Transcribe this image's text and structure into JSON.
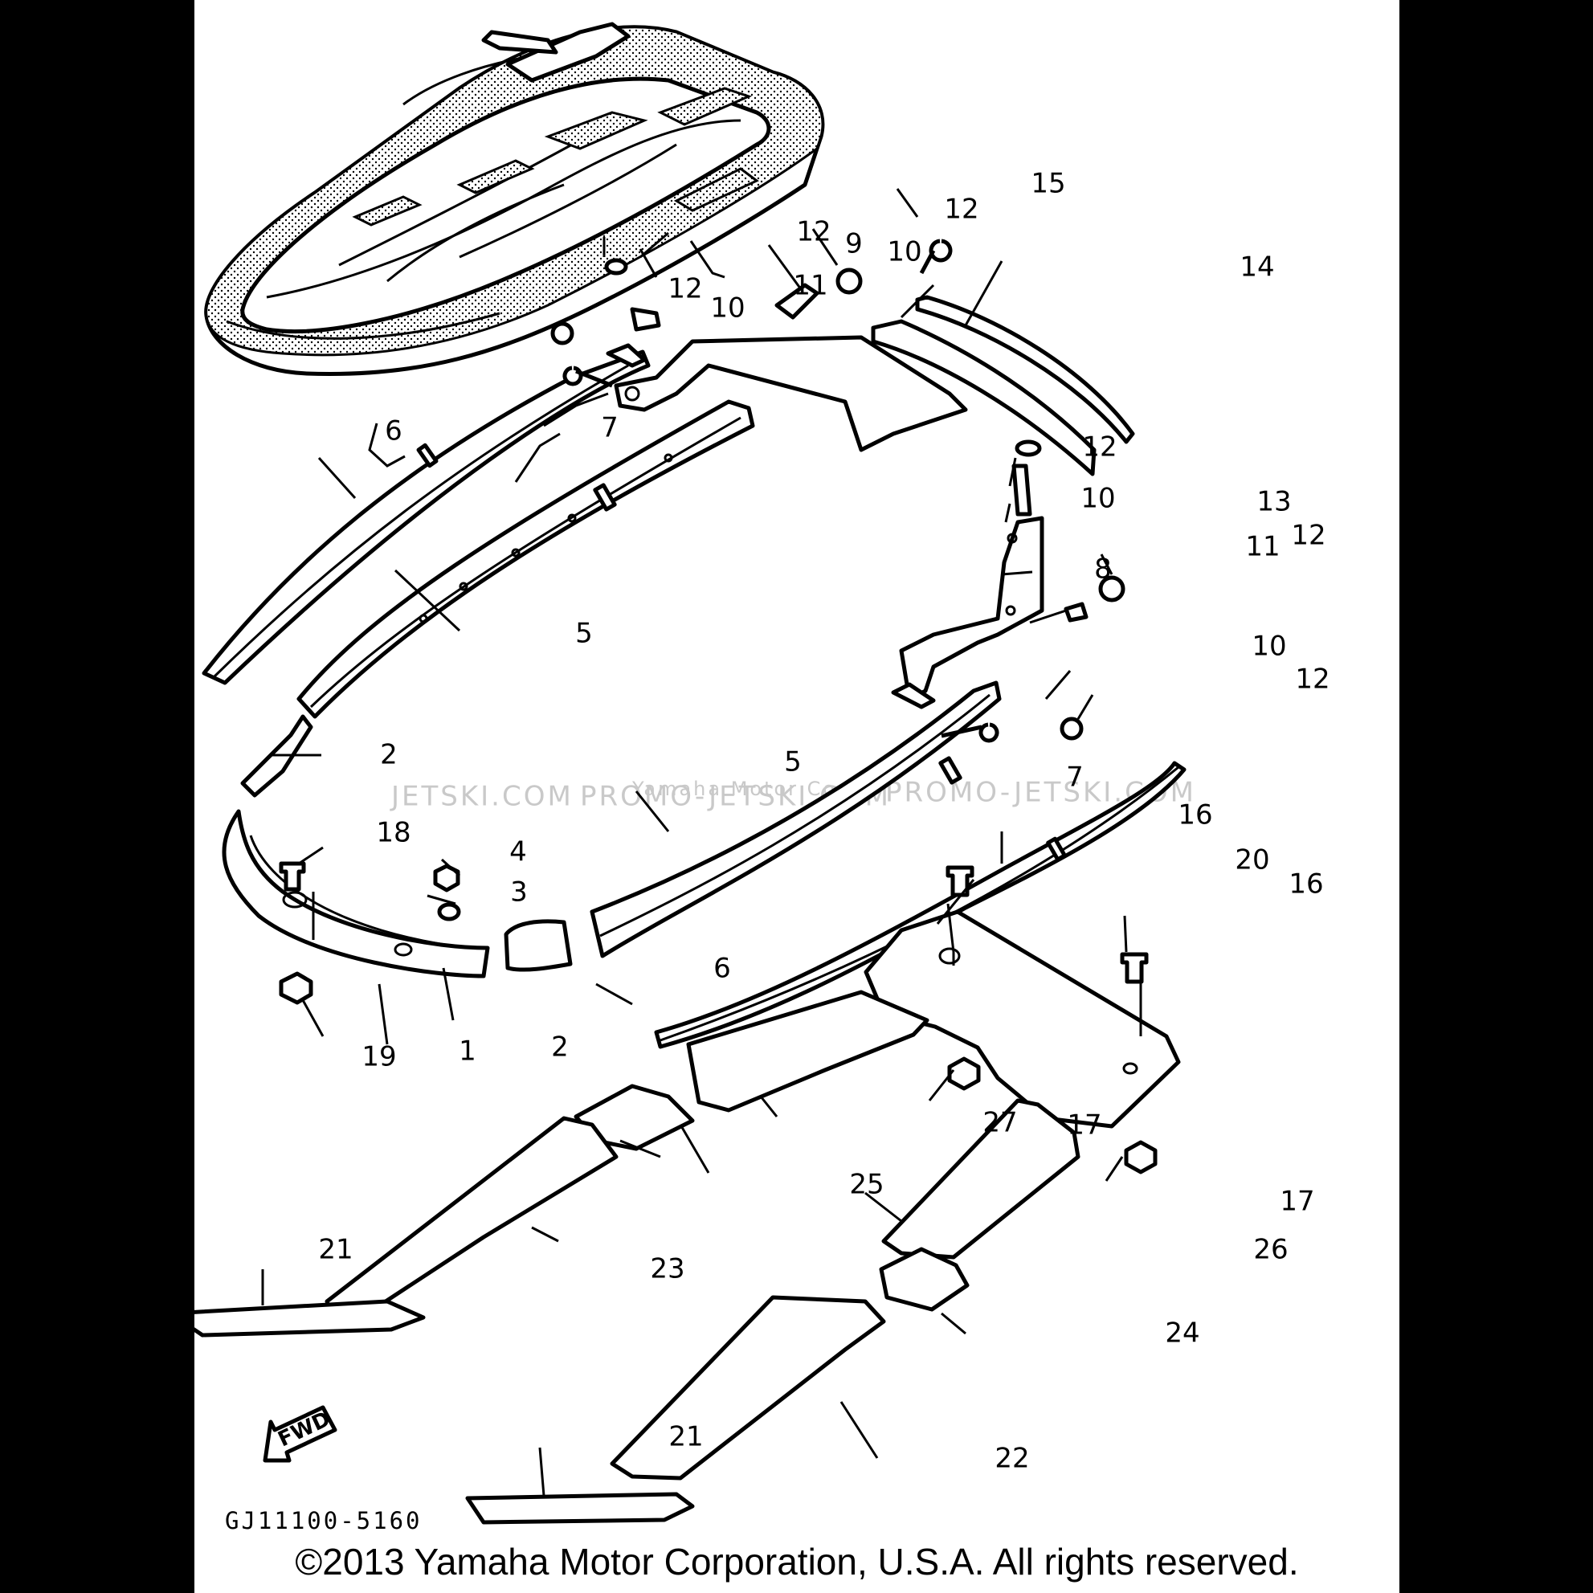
{
  "callouts": [
    {
      "id": "c1",
      "text": "1"
    },
    {
      "id": "c2a",
      "text": "2"
    },
    {
      "id": "c2b",
      "text": "2"
    },
    {
      "id": "c3",
      "text": "3"
    },
    {
      "id": "c4",
      "text": "4"
    },
    {
      "id": "c5a",
      "text": "5"
    },
    {
      "id": "c5b",
      "text": "5"
    },
    {
      "id": "c6a",
      "text": "6"
    },
    {
      "id": "c6b",
      "text": "6"
    },
    {
      "id": "c7a",
      "text": "7"
    },
    {
      "id": "c7b",
      "text": "7"
    },
    {
      "id": "c8",
      "text": "8"
    },
    {
      "id": "c9",
      "text": "9"
    },
    {
      "id": "c10a",
      "text": "10"
    },
    {
      "id": "c10b",
      "text": "10"
    },
    {
      "id": "c10c",
      "text": "10"
    },
    {
      "id": "c10d",
      "text": "10"
    },
    {
      "id": "c11a",
      "text": "11"
    },
    {
      "id": "c11b",
      "text": "11"
    },
    {
      "id": "c12a",
      "text": "12"
    },
    {
      "id": "c12b",
      "text": "12"
    },
    {
      "id": "c12c",
      "text": "12"
    },
    {
      "id": "c12d",
      "text": "12"
    },
    {
      "id": "c12e",
      "text": "12"
    },
    {
      "id": "c12f",
      "text": "12"
    },
    {
      "id": "c13",
      "text": "13"
    },
    {
      "id": "c14",
      "text": "14"
    },
    {
      "id": "c15",
      "text": "15"
    },
    {
      "id": "c16a",
      "text": "16"
    },
    {
      "id": "c16b",
      "text": "16"
    },
    {
      "id": "c17a",
      "text": "17"
    },
    {
      "id": "c17b",
      "text": "17"
    },
    {
      "id": "c18",
      "text": "18"
    },
    {
      "id": "c19",
      "text": "19"
    },
    {
      "id": "c20",
      "text": "20"
    },
    {
      "id": "c21a",
      "text": "21"
    },
    {
      "id": "c21b",
      "text": "21"
    },
    {
      "id": "c22",
      "text": "22"
    },
    {
      "id": "c23",
      "text": "23"
    },
    {
      "id": "c24",
      "text": "24"
    },
    {
      "id": "c25",
      "text": "25"
    },
    {
      "id": "c26",
      "text": "26"
    },
    {
      "id": "c27",
      "text": "27"
    }
  ],
  "watermarks": [
    "JETSKI.COM",
    "PROMO-JETSKI.COM",
    "Yamaha Motor Corp",
    "PROMO-JETSKI.COM"
  ],
  "fwd_label": "FWD",
  "diagram_code": "GJ11100-5160",
  "copyright": "©2013 Yamaha Motor Corporation, U.S.A. All rights reserved.",
  "colors": {
    "background": "#000000",
    "sheet": "#ffffff",
    "ink": "#000000",
    "watermark": "#c9c9c9"
  }
}
